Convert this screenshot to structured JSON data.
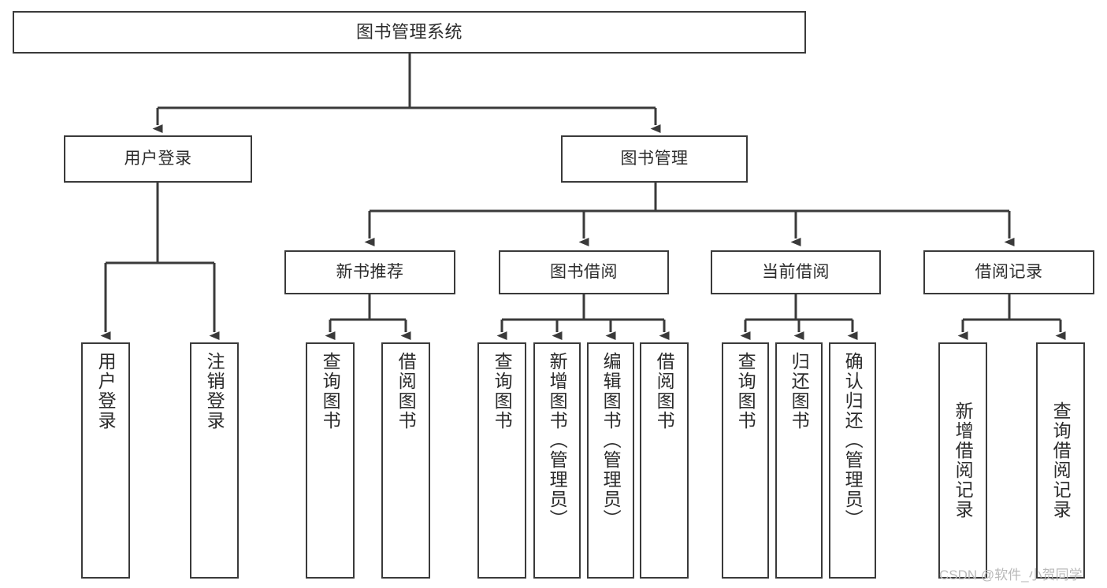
{
  "diagram": {
    "title": "图书管理系统",
    "type": "tree-hierarchy-diagram",
    "colors": {
      "stroke": "#3a3a3a",
      "text": "#2b2b2b",
      "background": "#ffffff",
      "watermark": "#b9b9b9"
    },
    "root": {
      "label": "图书管理系统"
    },
    "level2": [
      {
        "label": "用户登录"
      },
      {
        "label": "图书管理"
      }
    ],
    "level3": [
      {
        "label": "新书推荐"
      },
      {
        "label": "图书借阅"
      },
      {
        "label": "当前借阅"
      },
      {
        "label": "借阅记录"
      }
    ],
    "leaves": {
      "user_login": [
        {
          "label": "用户登录"
        },
        {
          "label": "注销登录"
        }
      ],
      "new_book_recommend": [
        {
          "label": "查询图书"
        },
        {
          "label": "借阅图书"
        }
      ],
      "book_borrow": [
        {
          "label": "查询图书"
        },
        {
          "label": "新增图书（管理员）"
        },
        {
          "label": "编辑图书（管理员）"
        },
        {
          "label": "借阅图书"
        }
      ],
      "current_borrow": [
        {
          "label": "查询图书"
        },
        {
          "label": "归还图书"
        },
        {
          "label": "确认归还（管理员）"
        }
      ],
      "borrow_records": [
        {
          "label": "新增借阅记录"
        },
        {
          "label": "查询借阅记录"
        }
      ]
    }
  },
  "watermark": {
    "text": "CSDN @软件_小贺同学"
  }
}
